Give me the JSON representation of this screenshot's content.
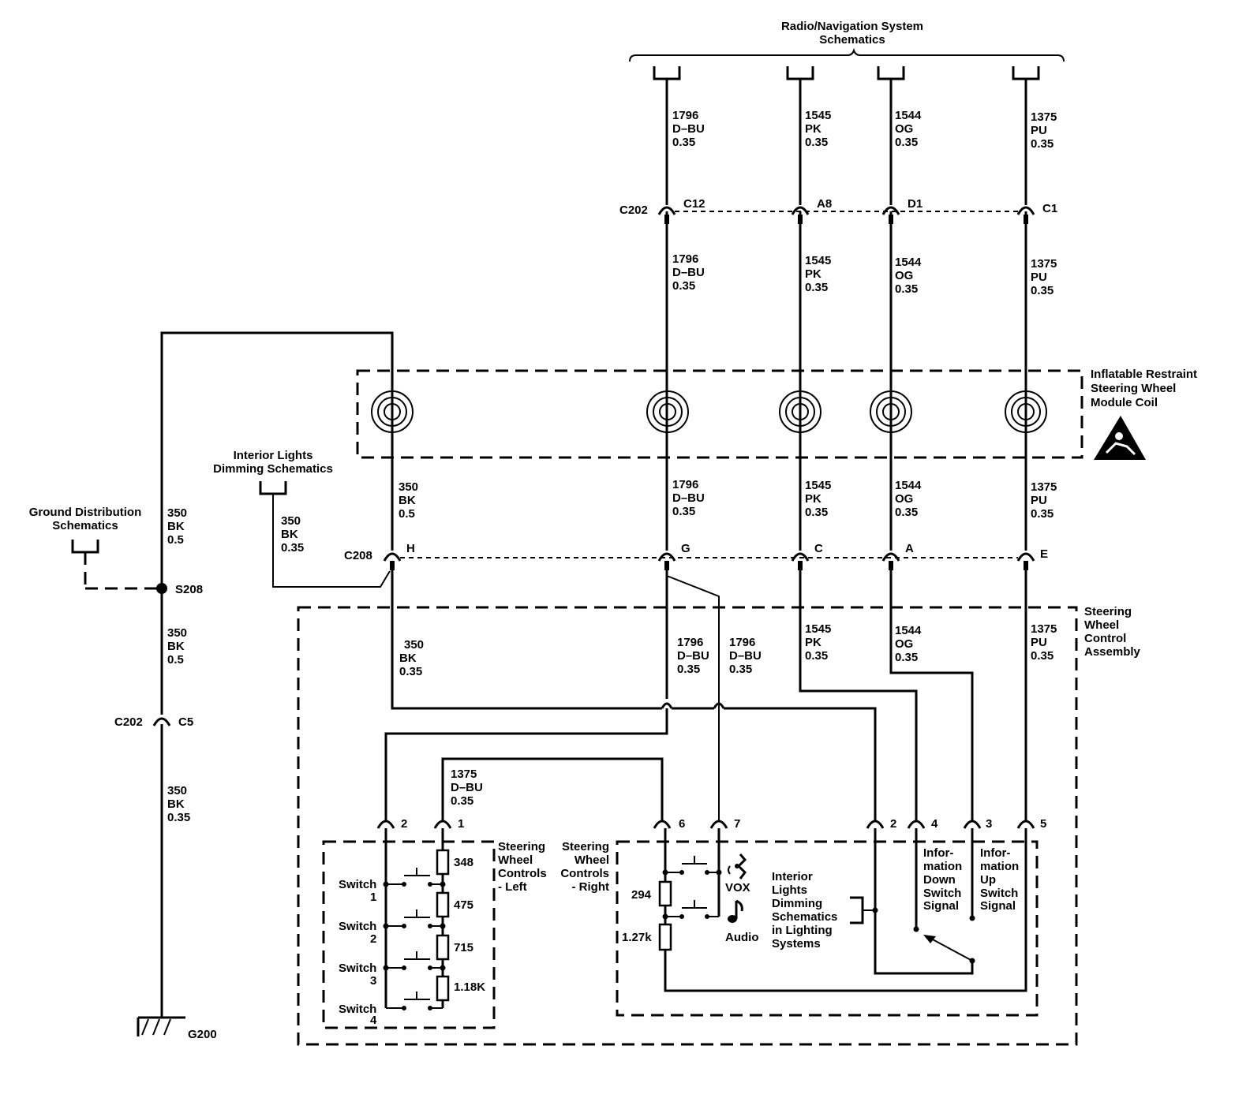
{
  "refs": {
    "radio_nav": [
      "Radio/Navigation System",
      "Schematics"
    ],
    "ground_dist": [
      "Ground Distribution",
      "Schematics"
    ],
    "interior_lights": [
      "Interior Lights",
      "Dimming Schematics"
    ],
    "interior_lights_lighting": [
      "Interior",
      "Lights",
      "Dimming",
      "Schematics",
      "in Lighting",
      "Systems"
    ]
  },
  "components": {
    "coil": [
      "Inflatable Restraint",
      "Steering Wheel",
      "Module Coil"
    ],
    "swc_assembly": [
      "Steering",
      "Wheel",
      "Control",
      "Assembly"
    ],
    "swc_left": [
      "Steering",
      "Wheel",
      "Controls",
      "- Left"
    ],
    "swc_right": [
      "Steering",
      "Wheel",
      "Controls",
      "- Right"
    ],
    "info_down": [
      "Infor-",
      "mation",
      "Down",
      "Switch",
      "Signal"
    ],
    "info_up": [
      "Infor-",
      "mation",
      "Up",
      "Switch",
      "Signal"
    ],
    "vox": "VOX",
    "audio": "Audio"
  },
  "connectors": {
    "c202": "C202",
    "c208": "C208",
    "s208": "S208",
    "g200": "G200",
    "c202_pins": [
      "C12",
      "A8",
      "D1",
      "C1",
      "C5"
    ],
    "c208_pins": [
      "H",
      "G",
      "C",
      "A",
      "E"
    ],
    "left_pins": [
      "2",
      "1"
    ],
    "right_pins": [
      "6",
      "7",
      "2",
      "4",
      "3",
      "5"
    ]
  },
  "wires": {
    "w1796": [
      "1796",
      "D–BU",
      "0.35"
    ],
    "w1545": [
      "1545",
      "PK",
      "0.35"
    ],
    "w1544": [
      "1544",
      "OG",
      "0.35"
    ],
    "w1375": [
      "1375",
      "PU",
      "0.35"
    ],
    "w350_05": [
      "350",
      "BK",
      "0.5"
    ],
    "w350_035": [
      "350",
      "BK",
      "0.35"
    ],
    "w1375_dbu": [
      "1375",
      "D–BU",
      "0.35"
    ]
  },
  "switches": [
    "Switch",
    "1",
    "Switch",
    "2",
    "Switch",
    "3",
    "Switch",
    "4"
  ],
  "resistors": [
    "348",
    "475",
    "715",
    "1.18K",
    "294",
    "1.27k"
  ]
}
